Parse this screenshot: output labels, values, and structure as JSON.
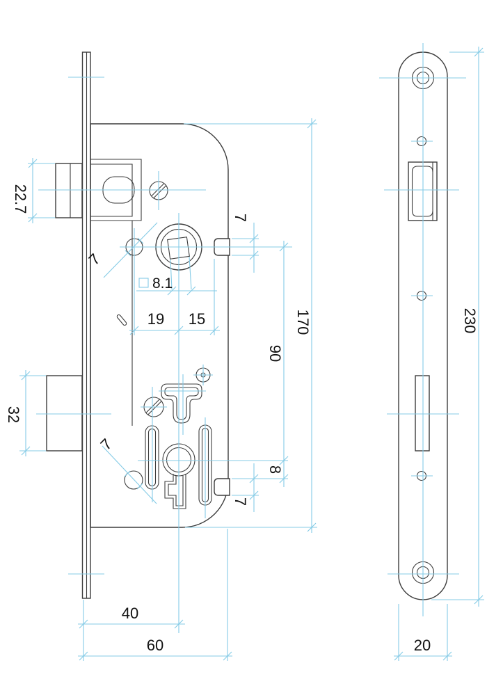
{
  "drawing": {
    "type": "technical-drawing",
    "subject": "mortise-lock-two-views",
    "labels": {
      "latch_height": "22.7",
      "deadbolt_height": "32",
      "square_size": "8.1",
      "dist_19": "19",
      "dist_15": "15",
      "lug_top": "7",
      "hole_top": "7",
      "dist_90": "90",
      "case_height": "170",
      "dist_8": "8",
      "lug_bottom": "7",
      "hole_bottom": "7",
      "backset": "40",
      "case_depth": "60",
      "faceplate_height": "230",
      "faceplate_width": "20"
    },
    "colors": {
      "line": "#3c3c3c",
      "dimension": "#84cbe6",
      "text": "#121212",
      "background": "#ffffff"
    }
  }
}
